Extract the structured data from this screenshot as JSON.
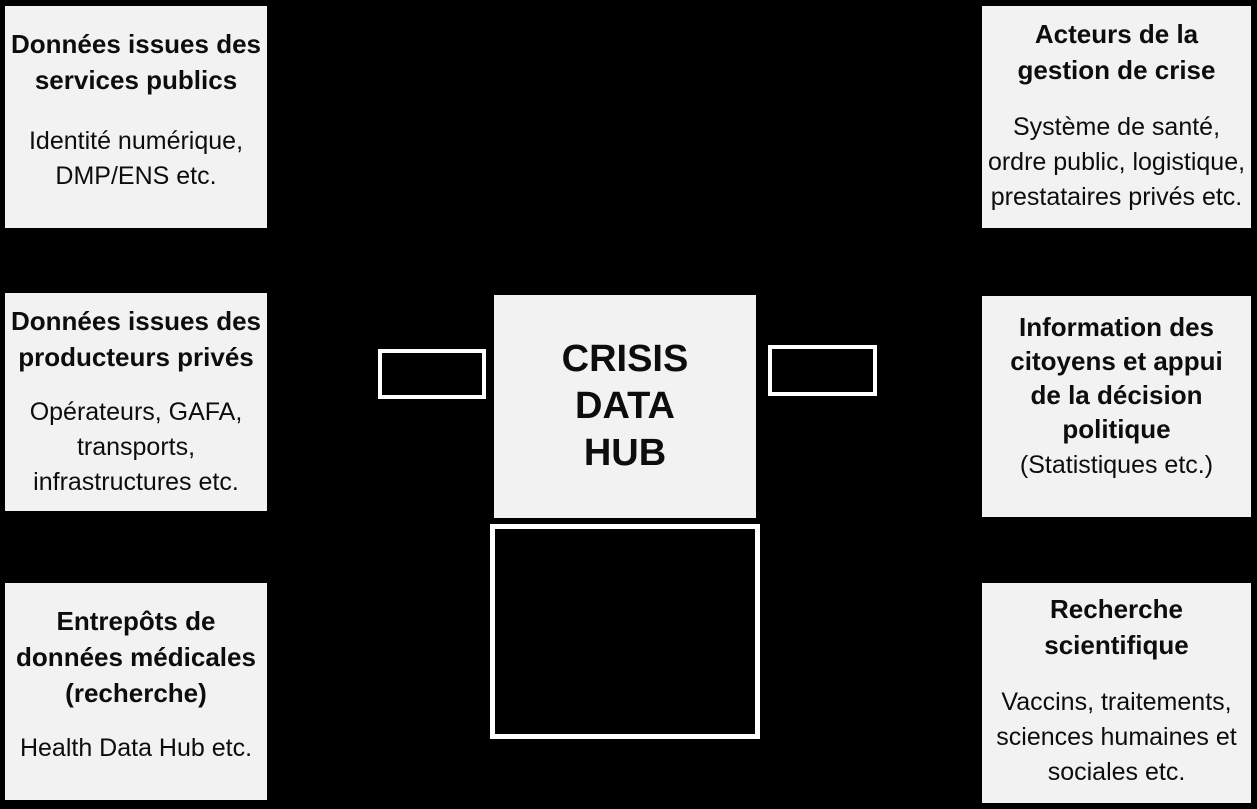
{
  "colors": {
    "background": "#000000",
    "box_fill": "#f2f2f2",
    "box_text": "#0d0d0d",
    "outline": "#ffffff"
  },
  "hub": {
    "label": "CRISIS\nDATA\nHUB"
  },
  "sources": [
    {
      "title": "Données issues des\nservices publics",
      "body": "Identité numérique,\nDMP/ENS etc."
    },
    {
      "title": "Données issues des\nproducteurs privés",
      "body": "Opérateurs, GAFA,\ntransports,\ninfrastructures etc."
    },
    {
      "title": "Entrepôts de\ndonnées médicales\n(recherche)",
      "body": "Health Data Hub etc."
    }
  ],
  "outputs": [
    {
      "title": "Acteurs de la\ngestion de crise",
      "body": "Système de santé,\nordre public, logistique,\nprestataires privés etc."
    },
    {
      "title": "Information des\ncitoyens et appui\nde la décision\npolitique",
      "body": "(Statistiques etc.)"
    },
    {
      "title": "Recherche\nscientifique",
      "body": "Vaccins, traitements,\nsciences humaines et\nsociales etc."
    }
  ]
}
